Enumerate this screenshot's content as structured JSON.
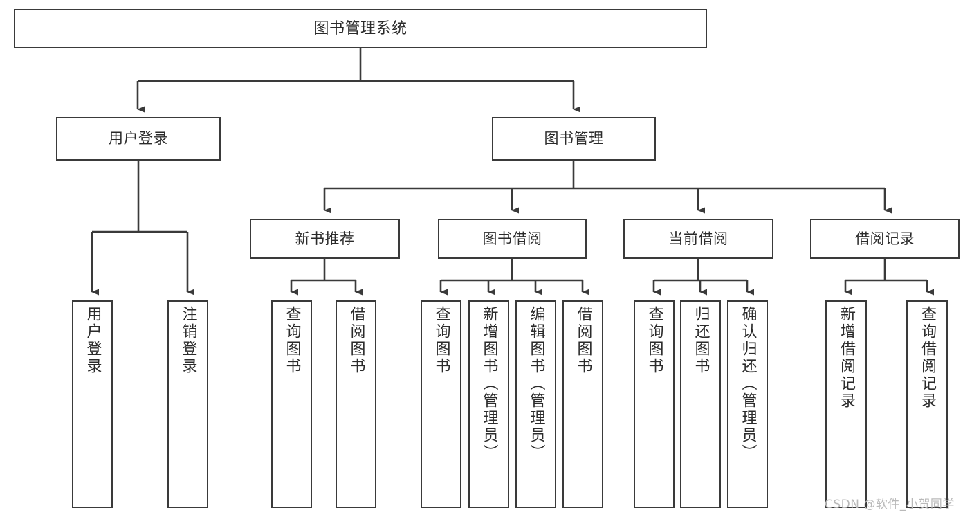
{
  "diagram": {
    "title": "图书管理系统",
    "type": "tree",
    "orientation": "top-down",
    "colors": {
      "background": "#ffffff",
      "node_border": "#3a3a3a",
      "node_fill": "#ffffff",
      "text": "#2b2b2b",
      "connector": "#3a3a3a",
      "watermark": "#b9b9b9"
    },
    "watermark": "CSDN @软件_小贺同学",
    "nodes": {
      "root": {
        "label": "图书管理系统"
      },
      "level2": [
        {
          "label": "用户登录"
        },
        {
          "label": "图书管理"
        }
      ],
      "level3": [
        {
          "label": "新书推荐"
        },
        {
          "label": "图书借阅"
        },
        {
          "label": "当前借阅"
        },
        {
          "label": "借阅记录"
        }
      ],
      "leaves": {
        "user_login": [
          {
            "label": "用户登录"
          },
          {
            "label": "注销登录"
          }
        ],
        "new_book": [
          {
            "label": "查询图书"
          },
          {
            "label": "借阅图书"
          }
        ],
        "book_borrow": [
          {
            "label": "查询图书"
          },
          {
            "label": "新增图书（管理员）"
          },
          {
            "label": "编辑图书（管理员）"
          },
          {
            "label": "借阅图书"
          }
        ],
        "current_borrow": [
          {
            "label": "查询图书"
          },
          {
            "label": "归还图书"
          },
          {
            "label": "确认归还（管理员）"
          }
        ],
        "borrow_record": [
          {
            "label": "新增借阅记录"
          },
          {
            "label": "查询借阅记录"
          }
        ]
      }
    }
  }
}
